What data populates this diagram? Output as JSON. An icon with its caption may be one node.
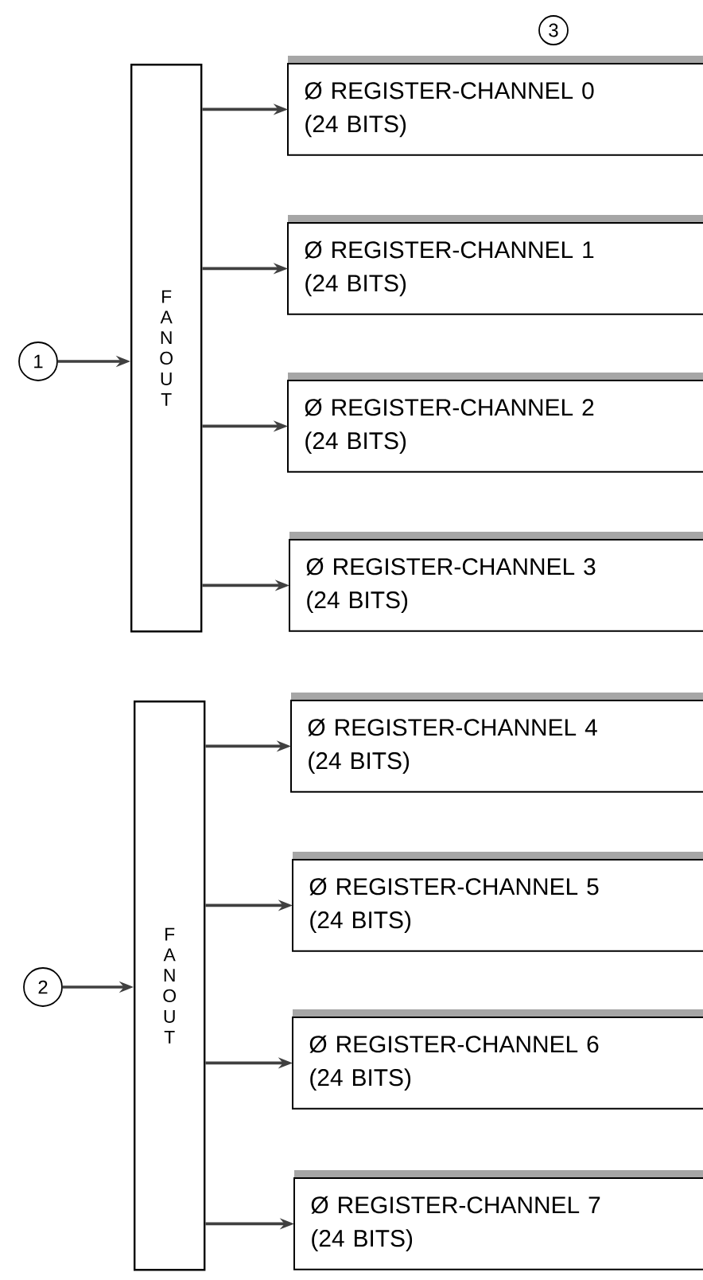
{
  "diagram": {
    "nodes": [
      {
        "text": [
          "3"
        ]
      },
      {
        "text": [
          "1"
        ]
      },
      {
        "text": [
          "FANOUT"
        ]
      },
      {
        "text": [
          "Ø REGISTER-CHANNEL 0",
          "(24 BITS)"
        ]
      },
      {
        "text": [
          "Ø REGISTER-CHANNEL 1",
          "(24 BITS)"
        ]
      },
      {
        "text": [
          "Ø REGISTER-CHANNEL 2",
          "(24 BITS)"
        ]
      },
      {
        "text": [
          "Ø REGISTER-CHANNEL 3",
          "(24 BITS)"
        ]
      },
      {
        "text": [
          "2"
        ]
      },
      {
        "text": [
          "FANOUT"
        ]
      },
      {
        "text": [
          "Ø REGISTER-CHANNEL 4",
          "(24 BITS)"
        ]
      },
      {
        "text": [
          "Ø REGISTER-CHANNEL 5",
          "(24 BITS)"
        ]
      },
      {
        "text": [
          "Ø REGISTER-CHANNEL 6",
          "(24 BITS)"
        ]
      },
      {
        "text": [
          "Ø REGISTER-CHANNEL 7",
          "(24 BITS)"
        ]
      }
    ],
    "edges": [
      {
        "from": 1,
        "to": 2,
        "arrow": "to"
      },
      {
        "from": 2,
        "to": 3,
        "arrow": "to"
      },
      {
        "from": 2,
        "to": 4,
        "arrow": "to"
      },
      {
        "from": 2,
        "to": 5,
        "arrow": "to"
      },
      {
        "from": 2,
        "to": 6,
        "arrow": "to"
      },
      {
        "from": 7,
        "to": 8,
        "arrow": "to"
      },
      {
        "from": 8,
        "to": 9,
        "arrow": "to"
      },
      {
        "from": 8,
        "to": 10,
        "arrow": "to"
      },
      {
        "from": 8,
        "to": 11,
        "arrow": "to"
      },
      {
        "from": 8,
        "to": 12,
        "arrow": "to"
      }
    ]
  }
}
